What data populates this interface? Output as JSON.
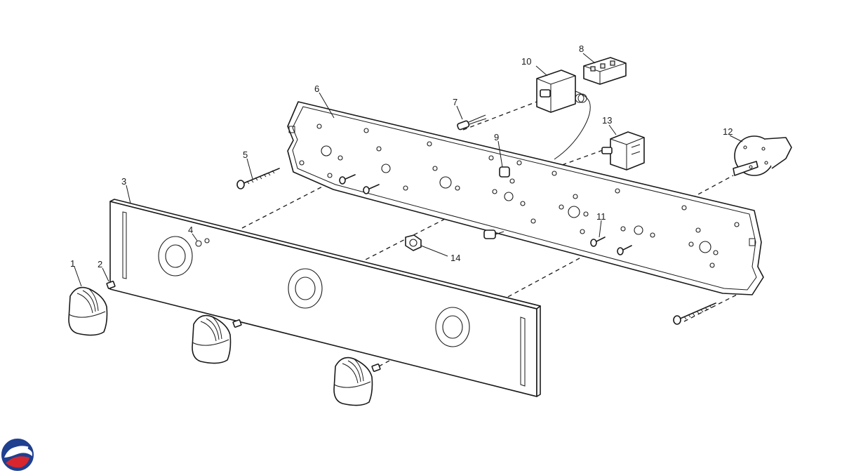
{
  "diagram": {
    "callouts": [
      "1",
      "2",
      "3",
      "4",
      "5",
      "6",
      "7",
      "8",
      "9",
      "10",
      "11",
      "12",
      "13",
      "14"
    ]
  },
  "logo": {
    "colors": {
      "blue": "#1f3f8f",
      "red": "#d8262e"
    }
  }
}
